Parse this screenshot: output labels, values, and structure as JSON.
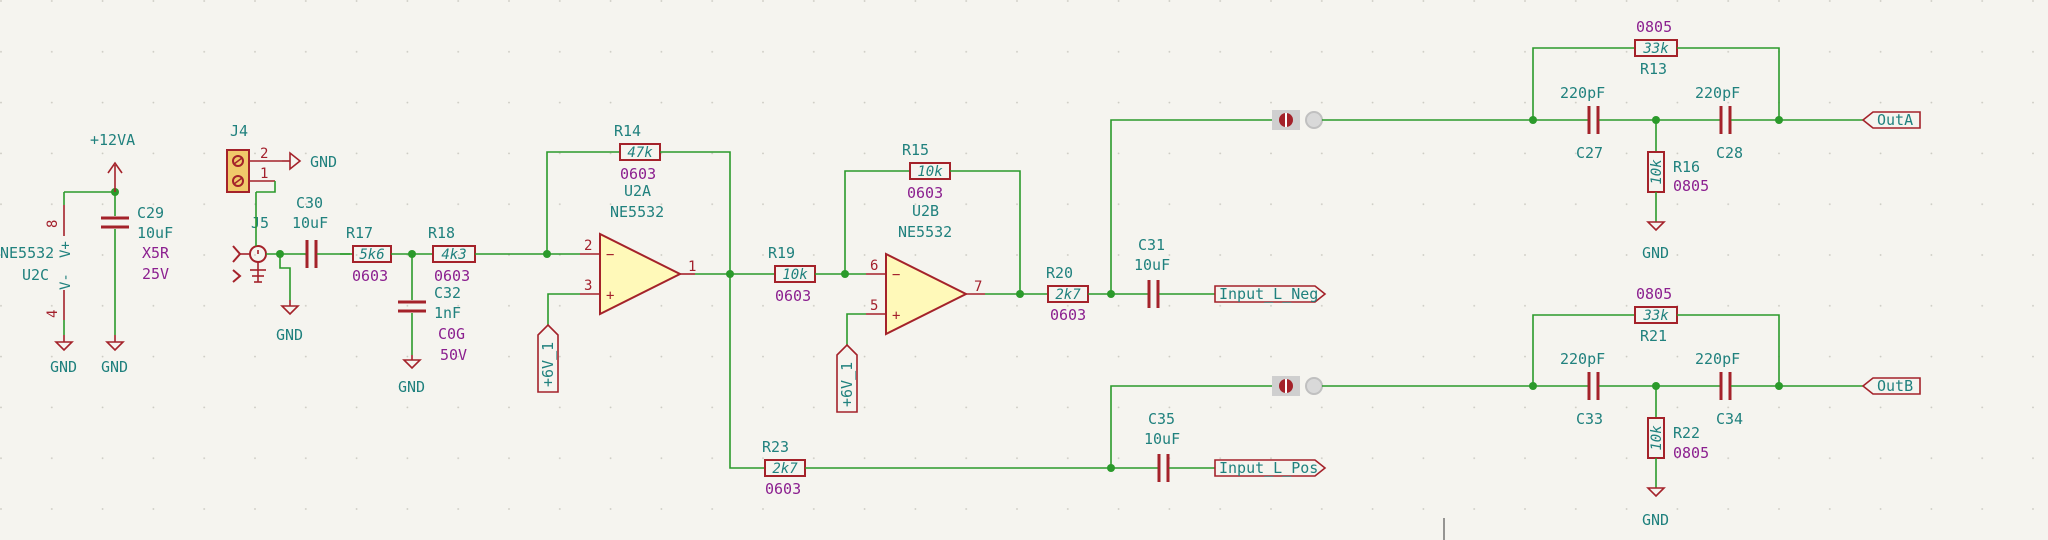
{
  "components": {
    "U2C": {
      "ref": "U2C",
      "value": "NE5532",
      "pins": {
        "vplus": "8",
        "vminus": "4"
      },
      "pin_labels": {
        "vplus": "V+",
        "vminus": "V-"
      }
    },
    "C29": {
      "ref": "C29",
      "value": "10uF",
      "dielectric": "X5R",
      "voltage": "25V"
    },
    "J4": {
      "ref": "J4",
      "pins": {
        "p1": "1",
        "p2": "2"
      }
    },
    "J5": {
      "ref": "J5"
    },
    "C30": {
      "ref": "C30",
      "value": "10uF"
    },
    "R17": {
      "ref": "R17",
      "value": "5k6",
      "footprint": "0603"
    },
    "R18": {
      "ref": "R18",
      "value": "4k3",
      "footprint": "0603"
    },
    "C32": {
      "ref": "C32",
      "value": "1nF",
      "dielectric": "C0G",
      "voltage": "50V"
    },
    "R14": {
      "ref": "R14",
      "value": "47k",
      "footprint": "0603"
    },
    "U2A": {
      "ref": "U2A",
      "value": "NE5532",
      "pins": {
        "inv": "2",
        "noninv": "3",
        "out": "1"
      }
    },
    "R19": {
      "ref": "R19",
      "value": "10k",
      "footprint": "0603"
    },
    "R15": {
      "ref": "R15",
      "value": "10k",
      "footprint": "0603"
    },
    "U2B": {
      "ref": "U2B",
      "value": "NE5532",
      "pins": {
        "inv": "6",
        "noninv": "5",
        "out": "7"
      }
    },
    "R20": {
      "ref": "R20",
      "value": "2k7",
      "footprint": "0603"
    },
    "C31": {
      "ref": "C31",
      "value": "10uF"
    },
    "R23": {
      "ref": "R23",
      "value": "2k7",
      "footprint": "0603"
    },
    "C35": {
      "ref": "C35",
      "value": "10uF"
    },
    "R13": {
      "ref": "R13",
      "value": "33k",
      "footprint": "0805"
    },
    "C27": {
      "ref": "C27",
      "value": "220pF"
    },
    "C28": {
      "ref": "C28",
      "value": "220pF"
    },
    "R16": {
      "ref": "R16",
      "value": "10k",
      "footprint": "0805"
    },
    "R21": {
      "ref": "R21",
      "value": "33k",
      "footprint": "0805"
    },
    "C33": {
      "ref": "C33",
      "value": "220pF"
    },
    "C34": {
      "ref": "C34",
      "value": "220pF"
    },
    "R22": {
      "ref": "R22",
      "value": "10k",
      "footprint": "0805"
    }
  },
  "nets": {
    "plus12va": "+12VA",
    "gnd": "GND",
    "plus6v1": "+6V_1",
    "input_l_neg": "Input_L_Neg",
    "input_l_pos": "Input_L_Pos",
    "outa": "OutA",
    "outb": "OutB"
  },
  "opamp_symbols": {
    "minus": "−",
    "plus": "+"
  }
}
